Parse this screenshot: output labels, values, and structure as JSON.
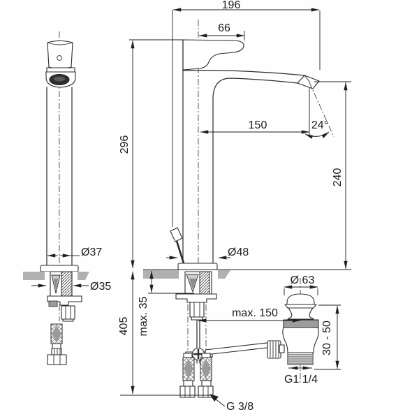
{
  "drawing": {
    "kind": "dimensioned technical drawing",
    "subject": "tall single-lever basin mixer tap with pop-up waste"
  },
  "dimensions": {
    "total_projection": "196",
    "handle_offset": "66",
    "height_to_top": "296",
    "spout_reach": "150",
    "spout_angle": "24°",
    "outlet_height": "240",
    "body_diameter": "Ø37",
    "hole_diameter": "Ø35",
    "base_diameter": "Ø48",
    "max_deck_thickness": "max. 35",
    "height_below_deck": "405",
    "max_rod_to_waste": "max. 150",
    "waste_cap_diameter": "Ø 63",
    "waste_clamp_range": "30 - 50",
    "waste_thread": "G1 1/4",
    "supply_thread": "G 3/8"
  },
  "colors": {
    "line": "#2b2b2b",
    "counter_gray": "#b0b0b0",
    "aerator_dark": "#2f2f2f",
    "hatch_gray": "#8c8c8c"
  }
}
